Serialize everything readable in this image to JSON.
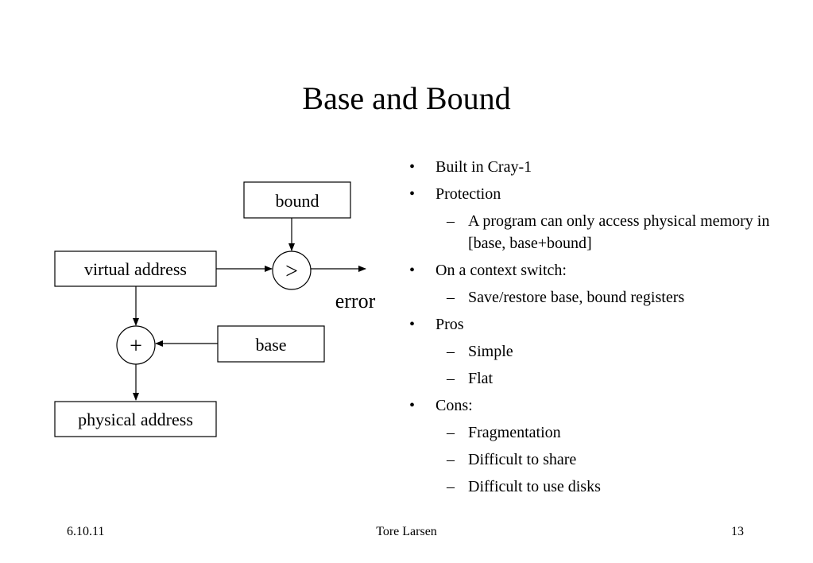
{
  "slide": {
    "title": "Base and Bound"
  },
  "diagram": {
    "bound_label": "bound",
    "compare_symbol": ">",
    "virtual_address_label": "virtual address",
    "error_label": "error",
    "add_symbol": "+",
    "base_label": "base",
    "physical_address_label": "physical address"
  },
  "bullets": [
    {
      "marker": "•",
      "text": "Built in Cray-1",
      "subs": []
    },
    {
      "marker": "•",
      "text": "Protection",
      "subs": [
        {
          "marker": "–",
          "text": "A program can only access physical memory in [base, base+bound]"
        }
      ]
    },
    {
      "marker": "•",
      "text": "On a context switch:",
      "subs": [
        {
          "marker": "–",
          "text": "Save/restore base, bound registers"
        }
      ]
    },
    {
      "marker": "•",
      "text": "Pros",
      "subs": [
        {
          "marker": "–",
          "text": "Simple"
        },
        {
          "marker": "–",
          "text": "Flat"
        }
      ]
    },
    {
      "marker": "•",
      "text": "Cons:",
      "subs": [
        {
          "marker": "–",
          "text": "Fragmentation"
        },
        {
          "marker": "–",
          "text": "Difficult to share"
        },
        {
          "marker": "–",
          "text": "Difficult to use disks"
        }
      ]
    }
  ],
  "footer": {
    "date": "6.10.11",
    "author": "Tore Larsen",
    "page": "13"
  }
}
